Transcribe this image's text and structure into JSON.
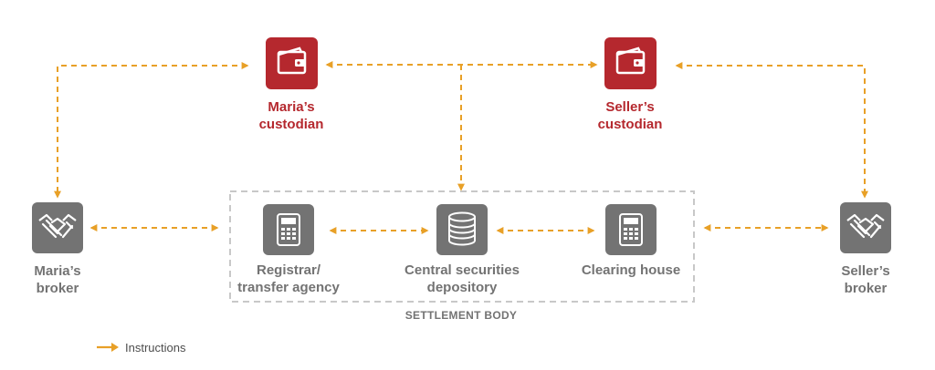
{
  "nodes": {
    "marias_custodian": {
      "line1": "Maria’s",
      "line2": "custodian"
    },
    "sellers_custodian": {
      "line1": "Seller’s",
      "line2": "custodian"
    },
    "marias_broker": {
      "line1": "Maria’s",
      "line2": "broker"
    },
    "sellers_broker": {
      "line1": "Seller’s",
      "line2": "broker"
    },
    "registrar": {
      "line1": "Registrar/",
      "line2": "transfer agency"
    },
    "csd": {
      "line1": "Central securities",
      "line2": "depository"
    },
    "clearing_house": {
      "line1": "Clearing house"
    }
  },
  "settlement_body_label": "SETTLEMENT BODY",
  "legend": {
    "label": "Instructions"
  },
  "colors": {
    "custodian": "#b5282e",
    "broker": "#737373",
    "arrow": "#e8a027",
    "box_border": "#c8c8c8"
  },
  "icons": {
    "custodian": "wallet-icon",
    "broker": "handshake-icon",
    "registrar": "calculator-icon",
    "csd": "coin-stack-icon",
    "clearing_house": "calculator-icon"
  }
}
